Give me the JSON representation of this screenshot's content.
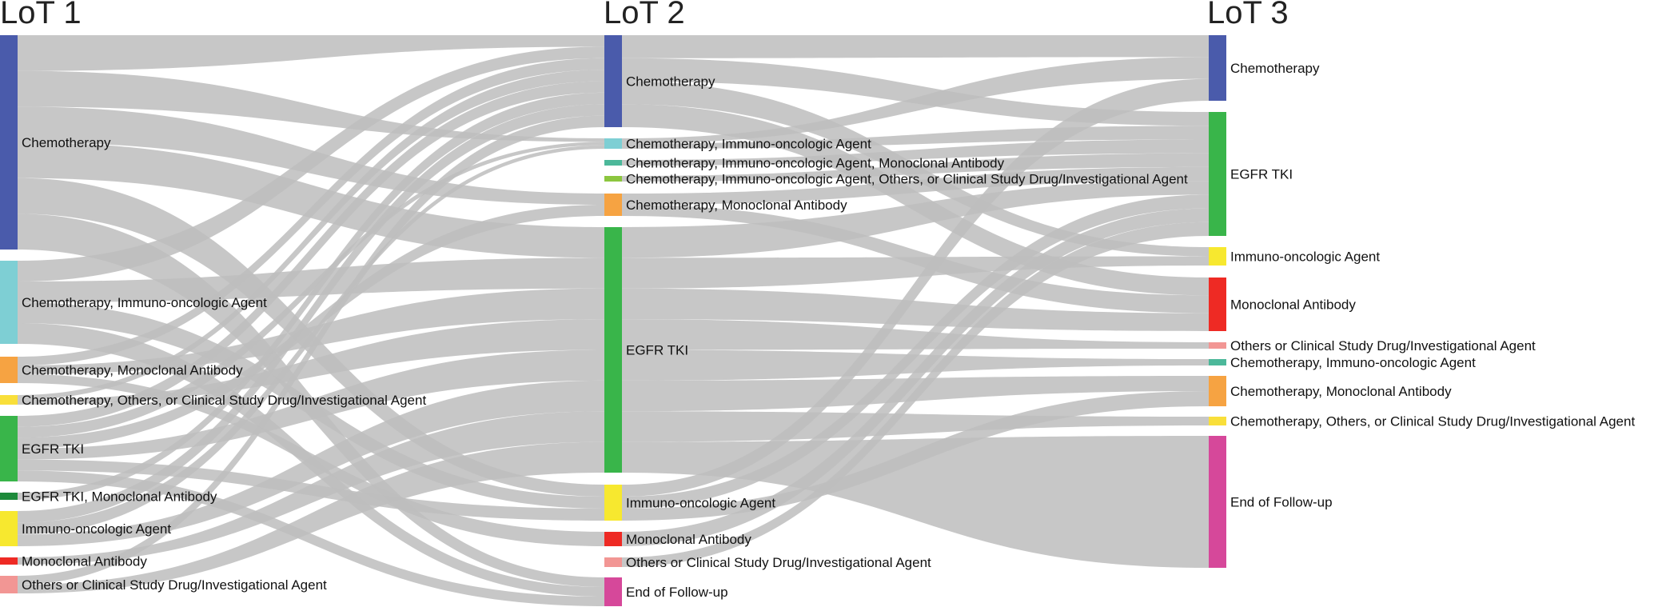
{
  "columns": [
    {
      "title": "LoT 1",
      "nodes": [
        {
          "label": "Chemotherapy",
          "color": "#4a5bab"
        },
        {
          "label": "Chemotherapy, Immuno-oncologic Agent",
          "color": "#7ecfd4"
        },
        {
          "label": "Chemotherapy, Monoclonal Antibody",
          "color": "#f6a342"
        },
        {
          "label": "Chemotherapy, Others, or Clinical Study Drug/Investigational Agent",
          "color": "#f9df3a"
        },
        {
          "label": "EGFR TKI",
          "color": "#39b54a"
        },
        {
          "label": "EGFR TKI, Monoclonal Antibody",
          "color": "#1d8a3a"
        },
        {
          "label": "Immuno-oncologic Agent",
          "color": "#f7e82f"
        },
        {
          "label": "Monoclonal Antibody",
          "color": "#ee2a24"
        },
        {
          "label": "Others or Clinical Study Drug/Investigational Agent",
          "color": "#f29694"
        }
      ]
    },
    {
      "title": "LoT 2",
      "nodes": [
        {
          "label": "Chemotherapy",
          "color": "#4a5bab"
        },
        {
          "label": "Chemotherapy, Immuno-oncologic Agent",
          "color": "#7ecfd4"
        },
        {
          "label": "Chemotherapy, Immuno-oncologic Agent, Monoclonal Antibody",
          "color": "#4cb89a"
        },
        {
          "label": "Chemotherapy, Immuno-oncologic Agent, Others, or Clinical Study Drug/Investigational Agent",
          "color": "#8cc63f"
        },
        {
          "label": "Chemotherapy, Monoclonal Antibody",
          "color": "#f6a342"
        },
        {
          "label": "EGFR TKI",
          "color": "#39b54a"
        },
        {
          "label": "Immuno-oncologic Agent",
          "color": "#f7e82f"
        },
        {
          "label": "Monoclonal Antibody",
          "color": "#ee2a24"
        },
        {
          "label": "Others or Clinical Study Drug/Investigational Agent",
          "color": "#f29694"
        },
        {
          "label": "End of Follow-up",
          "color": "#d6489a"
        }
      ]
    },
    {
      "title": "LoT 3",
      "nodes": [
        {
          "label": "Chemotherapy",
          "color": "#4a5bab"
        },
        {
          "label": "EGFR TKI",
          "color": "#39b54a"
        },
        {
          "label": "Immuno-oncologic Agent",
          "color": "#f7e82f"
        },
        {
          "label": "Monoclonal Antibody",
          "color": "#ee2a24"
        },
        {
          "label": "Others or Clinical Study Drug/Investigational Agent",
          "color": "#f29694"
        },
        {
          "label": "Chemotherapy, Immuno-oncologic Agent",
          "color": "#4cb89a"
        },
        {
          "label": "Chemotherapy, Monoclonal Antibody",
          "color": "#f6a342"
        },
        {
          "label": "Chemotherapy, Others, or Clinical Study Drug/Investigational Agent",
          "color": "#f9df3a"
        },
        {
          "label": "End of Follow-up",
          "color": "#d6489a"
        }
      ]
    }
  ],
  "link_color": "#bdbdbd",
  "flows": [
    {
      "from": "LoT 1 / Chemotherapy",
      "to": "LoT 2 / Chemotherapy"
    },
    {
      "from": "LoT 1 / Chemotherapy",
      "to": "LoT 2 / Chemotherapy, Immuno-oncologic Agent"
    },
    {
      "from": "LoT 1 / Chemotherapy",
      "to": "LoT 2 / Chemotherapy, Monoclonal Antibody"
    },
    {
      "from": "LoT 1 / Chemotherapy",
      "to": "LoT 2 / EGFR TKI"
    },
    {
      "from": "LoT 1 / Chemotherapy",
      "to": "LoT 2 / Immuno-oncologic Agent"
    },
    {
      "from": "LoT 1 / Chemotherapy",
      "to": "LoT 2 / End of Follow-up"
    },
    {
      "from": "LoT 1 / Chemotherapy, Immuno-oncologic Agent",
      "to": "LoT 2 / Chemotherapy"
    },
    {
      "from": "LoT 1 / Chemotherapy, Immuno-oncologic Agent",
      "to": "LoT 2 / EGFR TKI"
    },
    {
      "from": "LoT 1 / Chemotherapy, Immuno-oncologic Agent",
      "to": "LoT 2 / Immuno-oncologic Agent"
    },
    {
      "from": "LoT 1 / Chemotherapy, Immuno-oncologic Agent",
      "to": "LoT 2 / End of Follow-up"
    },
    {
      "from": "LoT 1 / Chemotherapy, Monoclonal Antibody",
      "to": "LoT 2 / Chemotherapy"
    },
    {
      "from": "LoT 1 / Chemotherapy, Monoclonal Antibody",
      "to": "LoT 2 / EGFR TKI"
    },
    {
      "from": "LoT 1 / Chemotherapy, Monoclonal Antibody",
      "to": "LoT 2 / Monoclonal Antibody"
    },
    {
      "from": "LoT 1 / Chemotherapy, Others, or Clinical Study Drug/Investigational Agent",
      "to": "LoT 2 / Chemotherapy"
    },
    {
      "from": "LoT 1 / Chemotherapy, Others, or Clinical Study Drug/Investigational Agent",
      "to": "LoT 2 / EGFR TKI"
    },
    {
      "from": "LoT 1 / EGFR TKI",
      "to": "LoT 2 / Chemotherapy"
    },
    {
      "from": "LoT 1 / EGFR TKI",
      "to": "LoT 2 / Chemotherapy, Immuno-oncologic Agent"
    },
    {
      "from": "LoT 1 / EGFR TKI",
      "to": "LoT 2 / Chemotherapy, Monoclonal Antibody"
    },
    {
      "from": "LoT 1 / EGFR TKI",
      "to": "LoT 2 / EGFR TKI"
    },
    {
      "from": "LoT 1 / EGFR TKI",
      "to": "LoT 2 / Immuno-oncologic Agent"
    },
    {
      "from": "LoT 1 / EGFR TKI",
      "to": "LoT 2 / End of Follow-up"
    },
    {
      "from": "LoT 1 / EGFR TKI, Monoclonal Antibody",
      "to": "LoT 2 / Chemotherapy"
    },
    {
      "from": "LoT 1 / Immuno-oncologic Agent",
      "to": "LoT 2 / Chemotherapy"
    },
    {
      "from": "LoT 1 / Immuno-oncologic Agent",
      "to": "LoT 2 / Chemotherapy, Immuno-oncologic Agent"
    },
    {
      "from": "LoT 1 / Immuno-oncologic Agent",
      "to": "LoT 2 / EGFR TKI"
    },
    {
      "from": "LoT 1 / Monoclonal Antibody",
      "to": "LoT 2 / EGFR TKI"
    },
    {
      "from": "LoT 1 / Others or Clinical Study Drug/Investigational Agent",
      "to": "LoT 2 / Chemotherapy"
    },
    {
      "from": "LoT 1 / Others or Clinical Study Drug/Investigational Agent",
      "to": "LoT 2 / EGFR TKI"
    },
    {
      "from": "LoT 2 / Chemotherapy",
      "to": "LoT 3 / Chemotherapy"
    },
    {
      "from": "LoT 2 / Chemotherapy",
      "to": "LoT 3 / EGFR TKI"
    },
    {
      "from": "LoT 2 / Chemotherapy",
      "to": "LoT 3 / Immuno-oncologic Agent"
    },
    {
      "from": "LoT 2 / Chemotherapy",
      "to": "LoT 3 / Monoclonal Antibody"
    },
    {
      "from": "LoT 2 / Chemotherapy, Immuno-oncologic Agent",
      "to": "LoT 3 / Chemotherapy"
    },
    {
      "from": "LoT 2 / Chemotherapy, Immuno-oncologic Agent",
      "to": "LoT 3 / EGFR TKI"
    },
    {
      "from": "LoT 2 / Chemotherapy, Immuno-oncologic Agent, Monoclonal Antibody",
      "to": "LoT 3 / EGFR TKI"
    },
    {
      "from": "LoT 2 / Chemotherapy, Immuno-oncologic Agent, Others, or Clinical Study Drug/Investigational Agent",
      "to": "LoT 3 / EGFR TKI"
    },
    {
      "from": "LoT 2 / Chemotherapy, Monoclonal Antibody",
      "to": "LoT 3 / EGFR TKI"
    },
    {
      "from": "LoT 2 / Chemotherapy, Monoclonal Antibody",
      "to": "LoT 3 / Monoclonal Antibody"
    },
    {
      "from": "LoT 2 / EGFR TKI",
      "to": "LoT 3 / EGFR TKI"
    },
    {
      "from": "LoT 2 / EGFR TKI",
      "to": "LoT 3 / Immuno-oncologic Agent"
    },
    {
      "from": "LoT 2 / EGFR TKI",
      "to": "LoT 3 / Monoclonal Antibody"
    },
    {
      "from": "LoT 2 / EGFR TKI",
      "to": "LoT 3 / Others or Clinical Study Drug/Investigational Agent"
    },
    {
      "from": "LoT 2 / EGFR TKI",
      "to": "LoT 3 / Chemotherapy, Immuno-oncologic Agent"
    },
    {
      "from": "LoT 2 / EGFR TKI",
      "to": "LoT 3 / Chemotherapy, Monoclonal Antibody"
    },
    {
      "from": "LoT 2 / EGFR TKI",
      "to": "LoT 3 / Chemotherapy, Others, or Clinical Study Drug/Investigational Agent"
    },
    {
      "from": "LoT 2 / EGFR TKI",
      "to": "LoT 3 / End of Follow-up"
    },
    {
      "from": "LoT 2 / Immuno-oncologic Agent",
      "to": "LoT 3 / Chemotherapy"
    },
    {
      "from": "LoT 2 / Immuno-oncologic Agent",
      "to": "LoT 3 / EGFR TKI"
    },
    {
      "from": "LoT 2 / Immuno-oncologic Agent",
      "to": "LoT 3 / Chemotherapy, Monoclonal Antibody"
    },
    {
      "from": "LoT 2 / Monoclonal Antibody",
      "to": "LoT 3 / EGFR TKI"
    },
    {
      "from": "LoT 2 / Others or Clinical Study Drug/Investigational Agent",
      "to": "LoT 3 / EGFR TKI"
    }
  ]
}
